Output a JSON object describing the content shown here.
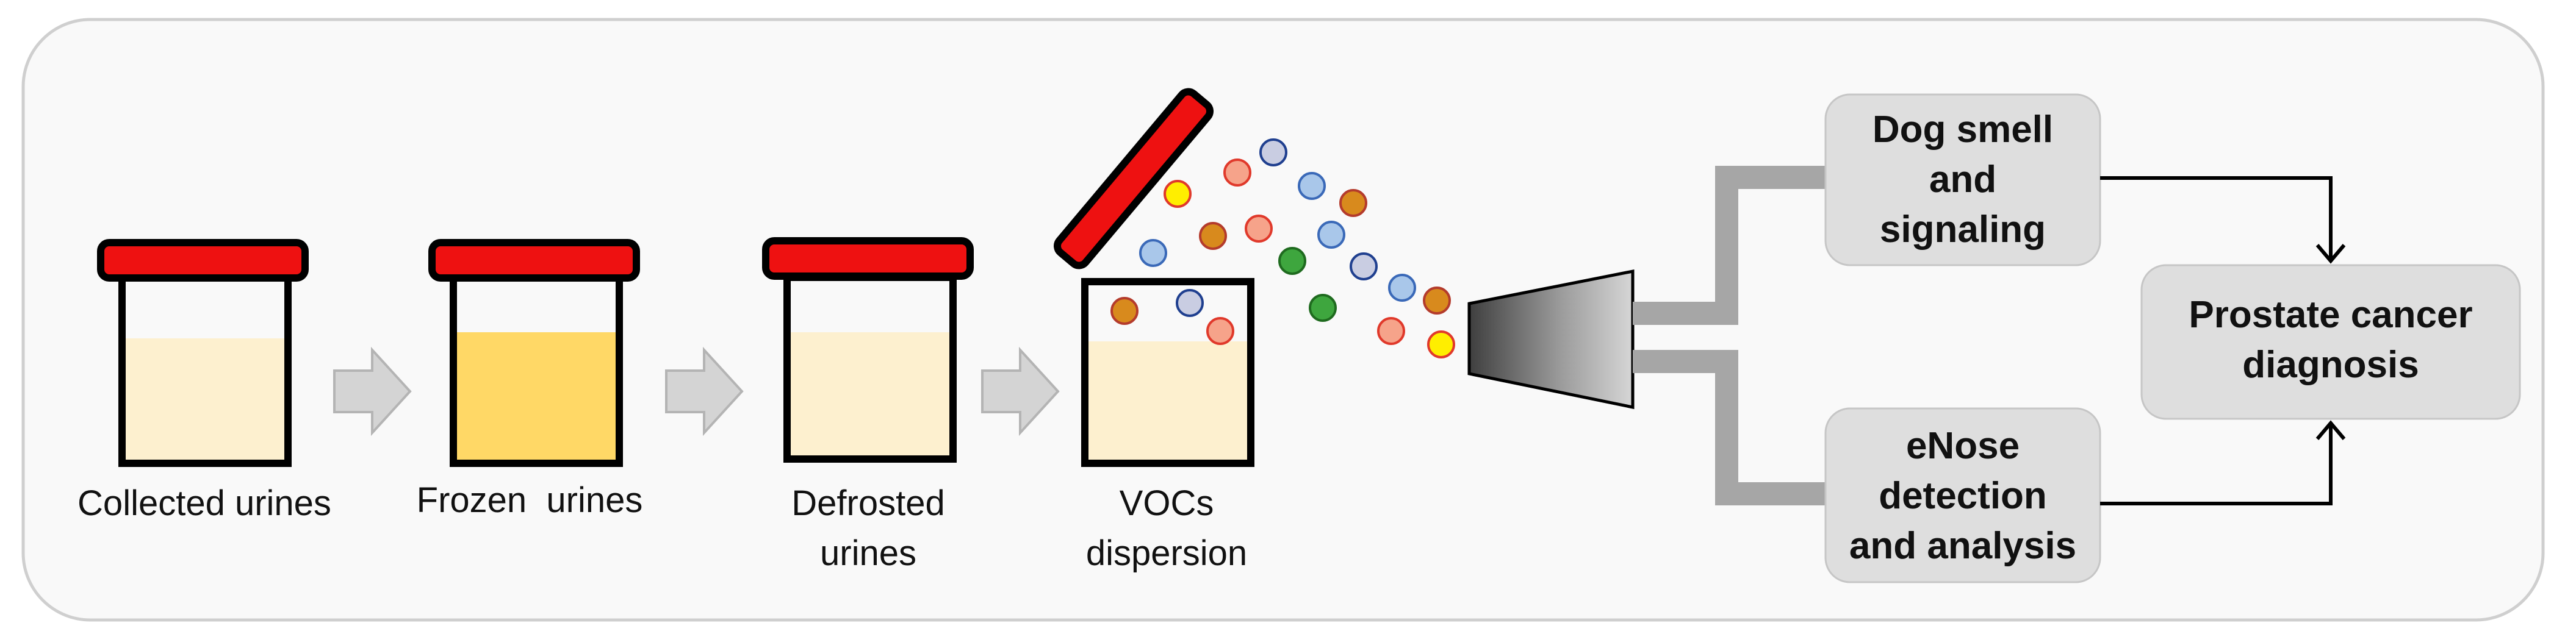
{
  "stages": [
    {
      "label_lines": [
        "Collected urines"
      ],
      "liquid_color": "#fdf0cf"
    },
    {
      "label_lines": [
        "Frozen  urines"
      ],
      "liquid_color": "#ffd866"
    },
    {
      "label_lines": [
        "Defrosted",
        "urines"
      ],
      "liquid_color": "#fdf0cf"
    },
    {
      "label_lines": [
        "VOCs",
        "dispersion"
      ],
      "liquid_color": "#fdf0cf"
    }
  ],
  "boxes": {
    "dog": {
      "lines": [
        "Dog smell",
        "and",
        "signaling"
      ]
    },
    "enose": {
      "lines": [
        "eNose",
        "detection",
        "and analysis"
      ]
    },
    "diagnosis": {
      "lines": [
        "Prostate cancer",
        "diagnosis"
      ]
    }
  },
  "colors": {
    "lid": "#ee1111",
    "box_fill": "#dedede",
    "panel_fill": "#f9f9f9",
    "pipe": "#a6a6a6",
    "step_arrow": "#d4d4d4",
    "voc_orange": "#d88a1d",
    "voc_yellow": "#ffee00",
    "voc_blue": "#a9c7ea",
    "voc_pink": "#f6a38a",
    "voc_grey": "#c9cde2",
    "voc_green": "#3ea63e"
  }
}
